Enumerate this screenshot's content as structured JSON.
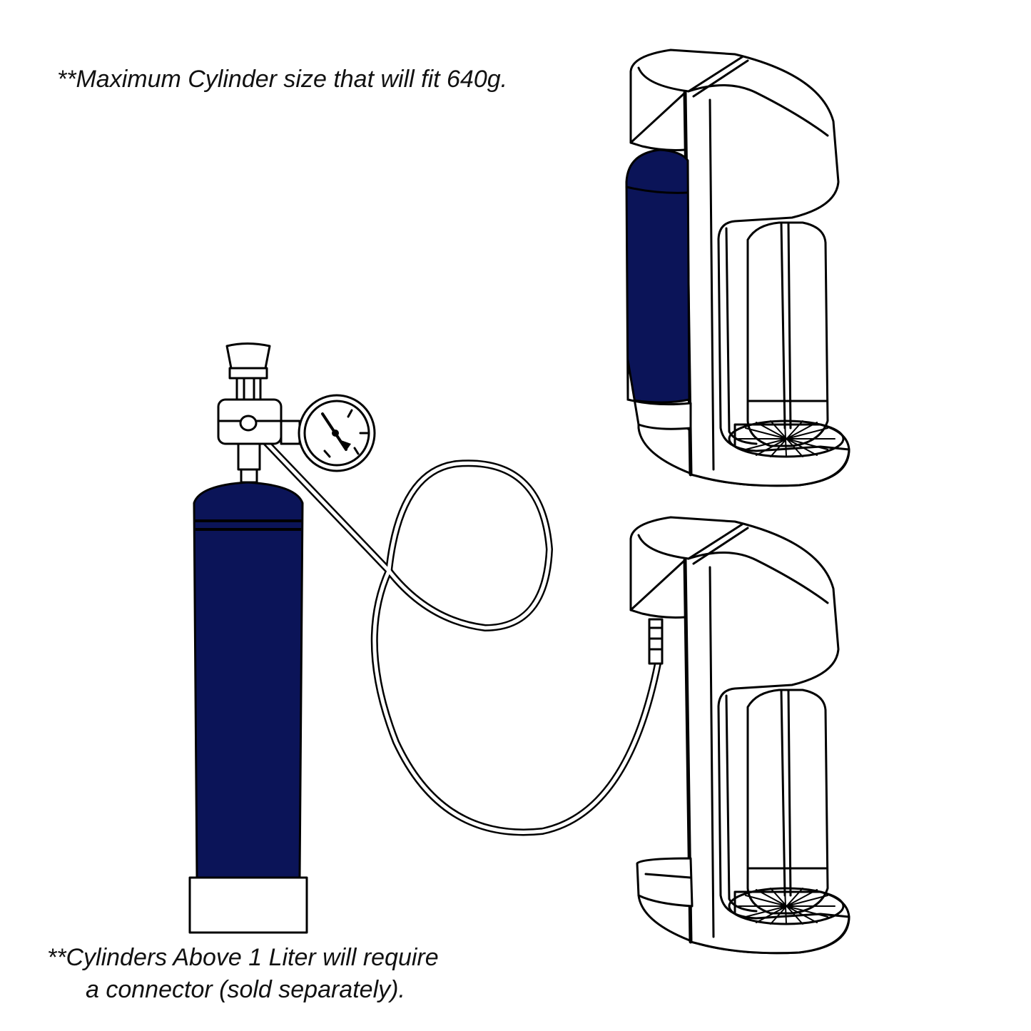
{
  "notes": {
    "top": "**Maximum Cylinder size that will fit 640g.",
    "bottom_line1": "**Cylinders Above 1 Liter will require",
    "bottom_line2": "a connector (sold separately)."
  },
  "colors": {
    "cylinder": "#0b1458",
    "line": "#000000",
    "background": "#ffffff"
  }
}
